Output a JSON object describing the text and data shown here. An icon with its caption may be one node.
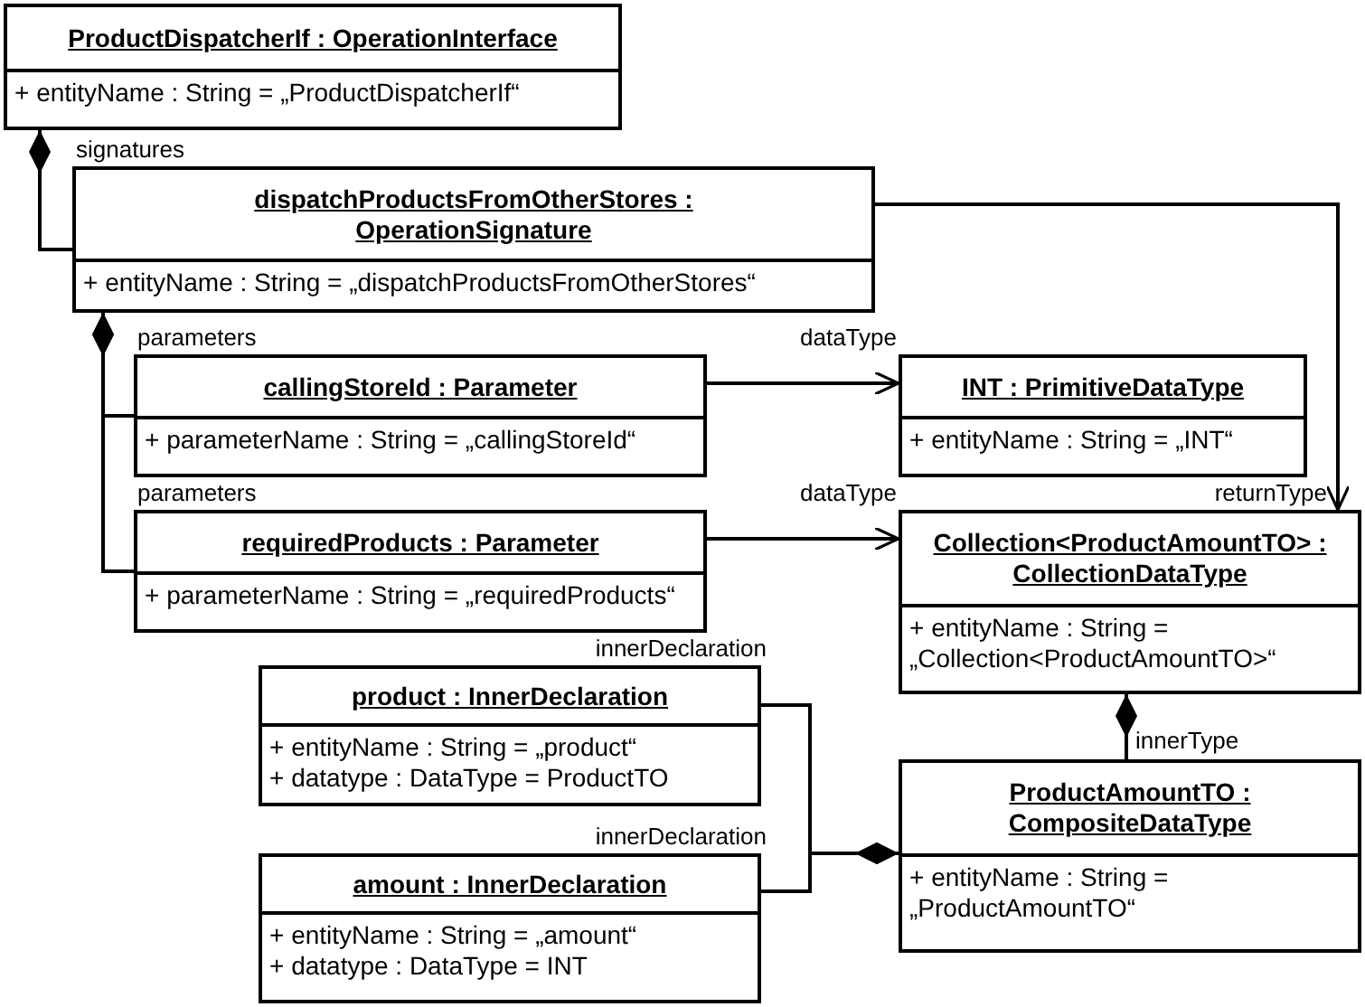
{
  "diagram": {
    "nodes": [
      {
        "text": [
          "ProductDispatcherIf : OperationInterface",
          "+ entityName : String = „ProductDispatcherIf“"
        ]
      },
      {
        "text": [
          "dispatchProductsFromOtherStores : OperationSignature",
          "+ entityName : String = „dispatchProductsFromOtherStores“"
        ]
      },
      {
        "text": [
          "callingStoreId : Parameter",
          "+ parameterName : String = „callingStoreId“"
        ]
      },
      {
        "text": [
          "requiredProducts : Parameter",
          "+ parameterName : String = „requiredProducts“"
        ]
      },
      {
        "text": [
          "INT : PrimitiveDataType",
          "+ entityName : String = „INT“"
        ]
      },
      {
        "text": [
          "Collection<ProductAmountTO> : CollectionDataType",
          "+ entityName : String = „Collection<ProductAmountTO>“"
        ]
      },
      {
        "text": [
          "product : InnerDeclaration",
          "+ entityName : String = „product“",
          "+ datatype : DataType = ProductTO"
        ]
      },
      {
        "text": [
          "amount : InnerDeclaration",
          "+ entityName : String = „amount“",
          "+ datatype : DataType = INT"
        ]
      },
      {
        "text": [
          "ProductAmountTO : CompositeDataType",
          "+ entityName : String = „ProductAmountTO“"
        ]
      }
    ],
    "edges": [
      {
        "from": 0,
        "to": 1,
        "arrow": "other",
        "label": "signatures"
      },
      {
        "from": 1,
        "to": 2,
        "arrow": "other",
        "label": "parameters"
      },
      {
        "from": 1,
        "to": 3,
        "arrow": "other",
        "label": "parameters"
      },
      {
        "from": 1,
        "to": 5,
        "arrow": "to",
        "label": "returnType"
      },
      {
        "from": 2,
        "to": 4,
        "arrow": "to",
        "label": "dataType"
      },
      {
        "from": 3,
        "to": 5,
        "arrow": "to",
        "label": "dataType"
      },
      {
        "from": 5,
        "to": 8,
        "arrow": "other",
        "label": "innerType"
      },
      {
        "from": 8,
        "to": 6,
        "arrow": "other",
        "label": "innerDeclaration"
      },
      {
        "from": 8,
        "to": 7,
        "arrow": "other",
        "label": "innerDeclaration"
      }
    ]
  }
}
